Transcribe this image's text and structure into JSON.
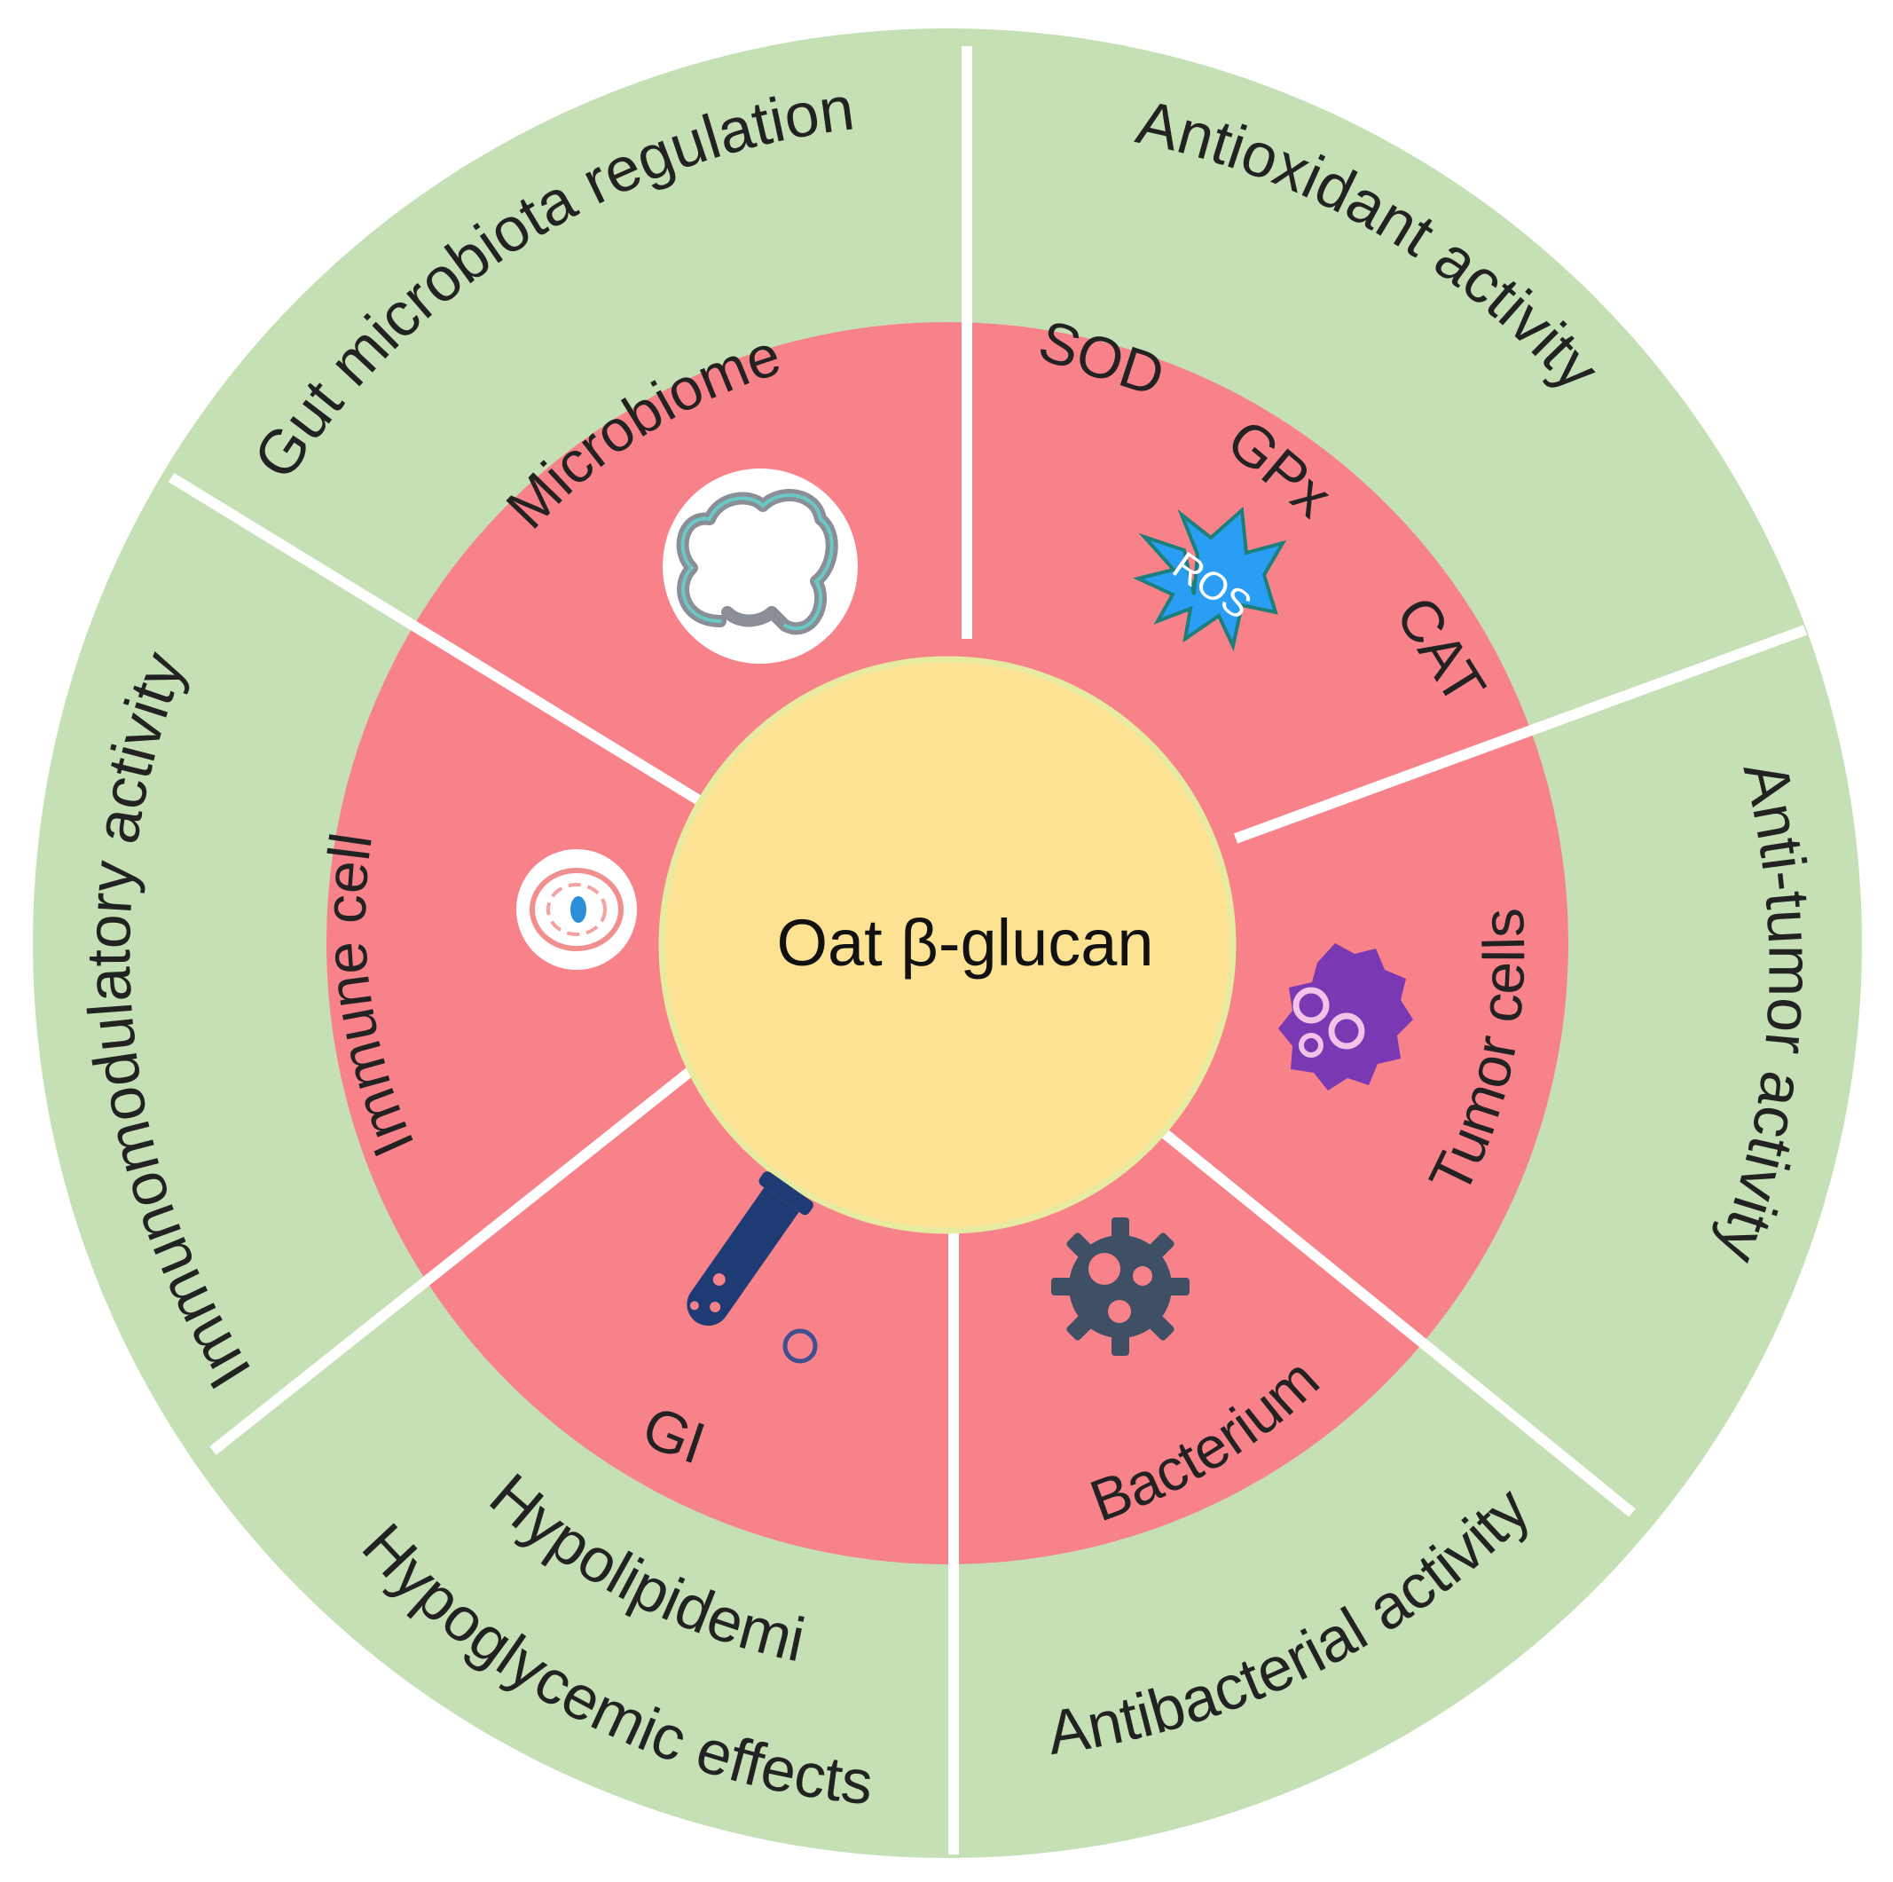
{
  "center": {
    "label": "Oat β-glucan"
  },
  "segments": [
    {
      "outer_label": "Antioxidant activity",
      "inner_label": "",
      "inner_terms": [
        "SOD",
        "GPx",
        "CAT"
      ],
      "icon": {
        "name": "ros-burst-icon",
        "text": "ROS"
      }
    },
    {
      "outer_label": "Anti-tumor activity",
      "inner_label": "Tumor cells",
      "icon": {
        "name": "tumor-cell-icon"
      }
    },
    {
      "outer_label": "Antibacterial activity",
      "inner_label": "Bacterium",
      "icon": {
        "name": "bacterium-icon"
      }
    },
    {
      "outer_label_lines": [
        "Hypolipidemic",
        "Hypoglycemic effects"
      ],
      "inner_label": "GI",
      "icon": {
        "name": "test-tube-icon"
      }
    },
    {
      "outer_label": "Immunomodulatory activity",
      "inner_label": "Immune cell",
      "icon": {
        "name": "immune-cell-icon"
      }
    },
    {
      "outer_label": "Gut microbiota regulation",
      "inner_label": "Microbiome",
      "icon": {
        "name": "intestine-icon"
      }
    }
  ],
  "colors": {
    "outer_ring": "#c5e0b4",
    "inner_ring": "#f8828a",
    "center": "#fde293",
    "center_border": "#e6eba0",
    "divider": "#ffffff",
    "ros": "#2a9df4",
    "tumor": "#7a38b3",
    "bacterium": "#3f4f64",
    "tube": "#1f3b73"
  }
}
